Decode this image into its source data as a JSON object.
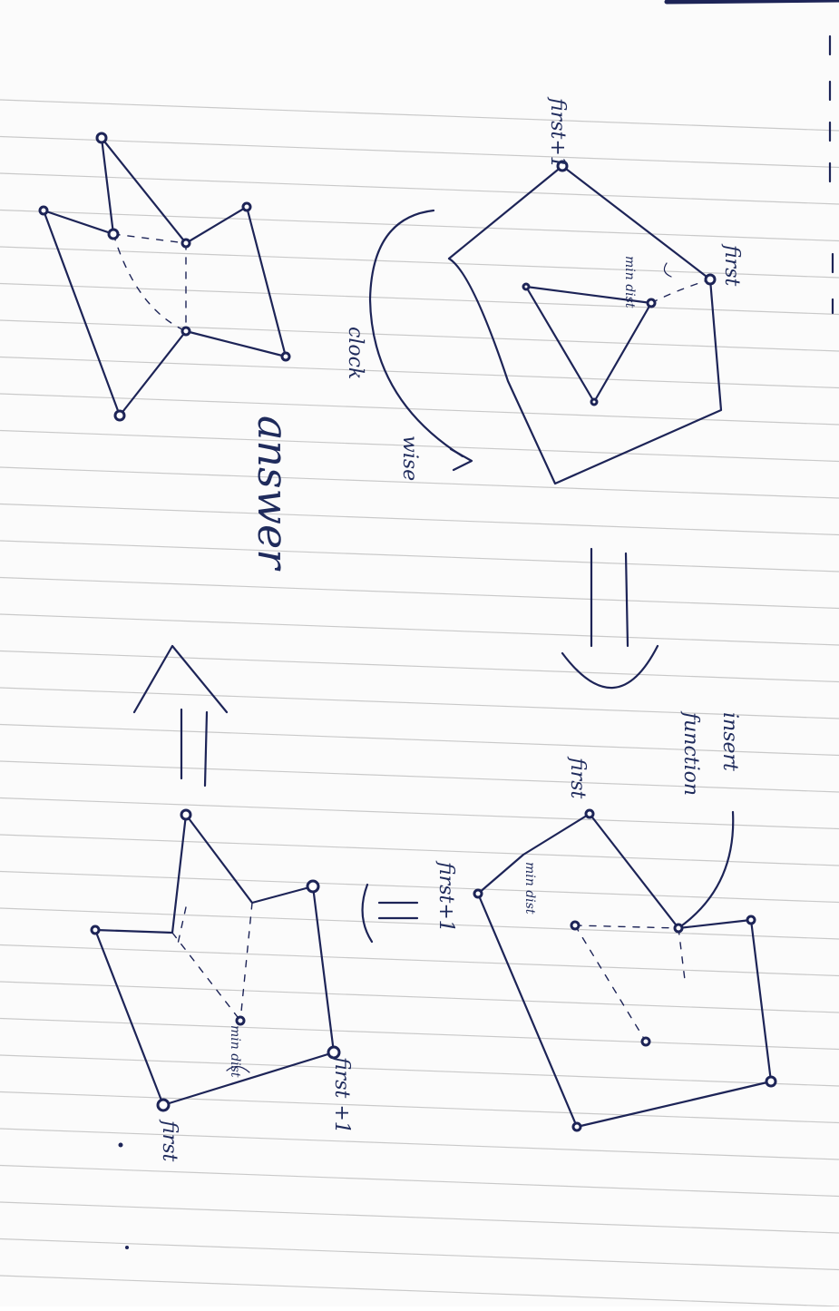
{
  "page": {
    "background": "#fbfbfb",
    "ink_color": "#1d2457",
    "rule_color": "#c9c9c9"
  },
  "diagram1": {
    "label_first_plus_one": "first+1",
    "label_first": "first",
    "label_min_dist": "min dist",
    "label_clockwise_1": "clock",
    "label_clockwise_2": "wise"
  },
  "diagram2": {
    "label_first": "first",
    "label_first_plus_one": "first+1",
    "label_min_dist": "min dist",
    "label_insert_1": "insert",
    "label_insert_2": "function"
  },
  "diagram3": {
    "label_first": "first",
    "label_first_plus_one": "first +1",
    "label_min_dist": "min dist"
  },
  "diagram4": {
    "label_answer": "answer"
  },
  "arrows": [
    "implies-arrow-1",
    "implies-arrow-2",
    "implies-arrow-3"
  ]
}
